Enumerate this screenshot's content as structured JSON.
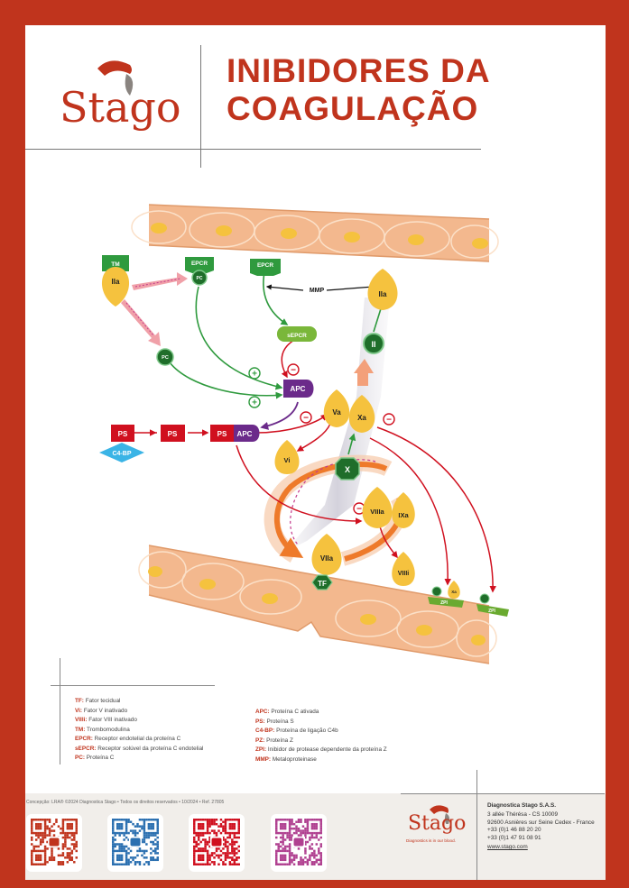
{
  "header": {
    "title_line1": "INIBIDORES DA",
    "title_line2": "COAGULAÇÃO",
    "logo_text": "Stago"
  },
  "diagram": {
    "labels": {
      "tm": "TM",
      "iia_top": "IIa",
      "pc_small": "PC",
      "epcr_left": "EPCR",
      "epcr_right": "EPCR",
      "mmp": "MMP",
      "iia_right": "IIa",
      "sepcr": "sEPCR",
      "ii": "II",
      "pc_free": "PC",
      "apc": "APC",
      "ps1": "PS",
      "c4bp": "C4-BP",
      "ps2": "PS",
      "ps3": "PS",
      "apc2": "APC",
      "va": "Va",
      "xa": "Xa",
      "vi": "Vi",
      "x": "X",
      "viiia": "VIIIa",
      "ixa": "IXa",
      "viia": "VIIa",
      "viiii": "VIIIi",
      "tf": "TF",
      "zpi1": "ZPI",
      "zpi_xa": "Xa",
      "zpi2": "ZPI"
    },
    "signs": {
      "plus": "+",
      "minus": "−"
    }
  },
  "legend": {
    "left": [
      {
        "abbr": "TF:",
        "text": "Fator tecidual"
      },
      {
        "abbr": "Vi:",
        "text": "Fator V inativado"
      },
      {
        "abbr": "VIIIi:",
        "text": "Fator VIII inativado"
      },
      {
        "abbr": "TM:",
        "text": "Trombomodulina"
      },
      {
        "abbr": "EPCR:",
        "text": "Receptor endotelial da proteína C"
      },
      {
        "abbr": "sEPCR:",
        "text": "Receptor solúvel da proteína C endotelial"
      },
      {
        "abbr": "PC:",
        "text": "Proteína C"
      }
    ],
    "right": [
      {
        "abbr": "APC:",
        "text": "Proteína C ativada"
      },
      {
        "abbr": "PS:",
        "text": "Proteína S"
      },
      {
        "abbr": "C4-BP:",
        "text": "Proteína de ligação C4b"
      },
      {
        "abbr": "PZ:",
        "text": "Proteína Z"
      },
      {
        "abbr": "ZPI:",
        "text": "Inibidor de protease dependente da proteína Z"
      },
      {
        "abbr": "MMP:",
        "text": "Metaloproteinase"
      }
    ]
  },
  "footer": {
    "credits": "Concepção: LRA® ©2024 Diagnostica Stago • Todos os direitos reservados • 10/2024 • Ref. 27805",
    "logo_text": "Stago",
    "tagline": "Diagnostics is in our blood.",
    "company": "Diagnostica Stago S.A.S.",
    "address1": "3 allée Thérésa - CS 10009",
    "address2": "92600 Asnières sur Seine Cedex - France",
    "phone": "+33 (0)1 46 88 20 20",
    "fax": "+33 (0)1 47 91 08 91",
    "website": "www.stago.com"
  },
  "colors": {
    "brand_red": "#c0341d",
    "vessel": "#f3b88e",
    "factor_yellow": "#f5c23e",
    "green": "#2f9a3e",
    "purple": "#6b2a8a",
    "inhib_red": "#d0101f",
    "cyan": "#3ab4e6"
  },
  "social": [
    {
      "icon": "stago-qr-icon",
      "color": "#c0341d"
    },
    {
      "icon": "linkedin-icon",
      "color": "#2a6fb0"
    },
    {
      "icon": "youtube-icon",
      "color": "#d0101f"
    },
    {
      "icon": "instagram-icon",
      "color": "#b04090"
    }
  ]
}
